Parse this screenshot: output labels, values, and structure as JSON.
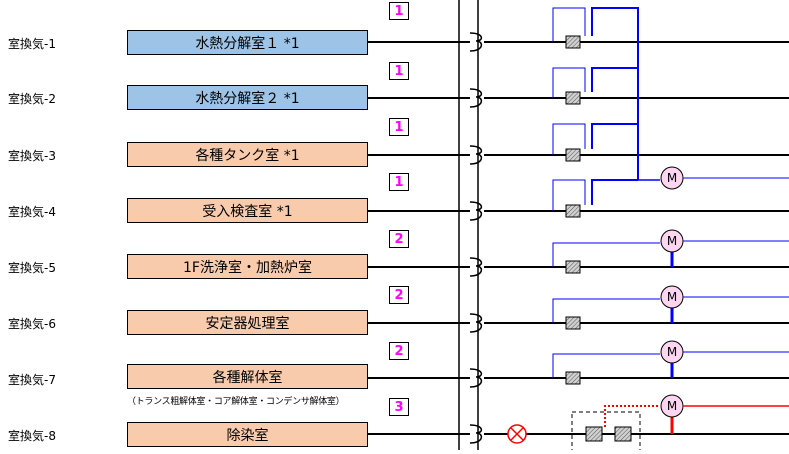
{
  "rows": [
    {
      "label": "室換気-1",
      "room": "水熱分解室１ *1",
      "tag": "1",
      "fill": "blue"
    },
    {
      "label": "室換気-2",
      "room": "水熱分解室２ *1",
      "tag": "1",
      "fill": "blue"
    },
    {
      "label": "室換気-3",
      "room": "各種タンク室 *1",
      "tag": "1",
      "fill": "orange"
    },
    {
      "label": "室換気-4",
      "room": "受入検査室 *1",
      "tag": "1",
      "fill": "orange"
    },
    {
      "label": "室換気-5",
      "room": "1F洗浄室・加熱炉室",
      "tag": "2",
      "fill": "orange"
    },
    {
      "label": "室換気-6",
      "room": "安定器処理室",
      "tag": "2",
      "fill": "orange"
    },
    {
      "label": "室換気-7",
      "room": "各種解体室",
      "tag": "2",
      "fill": "orange"
    },
    {
      "label": "室換気-8",
      "room": "除染室",
      "tag": "3",
      "fill": "orange"
    }
  ],
  "note": "（トランス粗解体室・コア解体室・コンデンサ解体室）",
  "motor_label": "M",
  "colors": {
    "blue_fill": "#9dc3e6",
    "orange_fill": "#f8cbad",
    "line_blue": "#0000ff",
    "line_red": "#ff0000",
    "tag_text": "#ff00ff",
    "motor_fill": "#fcd5f0"
  }
}
